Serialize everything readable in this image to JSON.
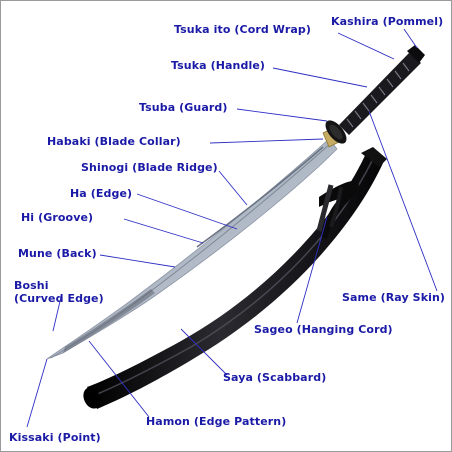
{
  "colors": {
    "label": "#1a1aa6",
    "leader": "#2f2fc4",
    "scabbard": "#0b0b0d",
    "cord_wrap": "#1c1c20",
    "blade": "#c9d0db",
    "blade_edge": "#eef2f8",
    "collar": "#b8a060"
  },
  "labels": [
    {
      "id": "kashira",
      "text": "Kashira (Pommel)"
    },
    {
      "id": "tsuka-ito",
      "text": "Tsuka ito (Cord Wrap)"
    },
    {
      "id": "tsuka",
      "text": "Tsuka (Handle)"
    },
    {
      "id": "tsuba",
      "text": "Tsuba (Guard)"
    },
    {
      "id": "habaki",
      "text": "Habaki (Blade Collar)"
    },
    {
      "id": "shinogi",
      "text": "Shinogi (Blade Ridge)"
    },
    {
      "id": "ha",
      "text": "Ha (Edge)"
    },
    {
      "id": "hi",
      "text": "Hi (Groove)"
    },
    {
      "id": "mune",
      "text": "Mune (Back)"
    },
    {
      "id": "boshi-1",
      "text": "Boshi"
    },
    {
      "id": "boshi-2",
      "text": "(Curved Edge)"
    },
    {
      "id": "same",
      "text": "Same (Ray Skin)"
    },
    {
      "id": "sageo",
      "text": "Sageo (Hanging Cord)"
    },
    {
      "id": "saya",
      "text": "Saya (Scabbard)"
    },
    {
      "id": "hamon",
      "text": "Hamon (Edge Pattern)"
    },
    {
      "id": "kissaki",
      "text": "Kissaki (Point)"
    }
  ]
}
